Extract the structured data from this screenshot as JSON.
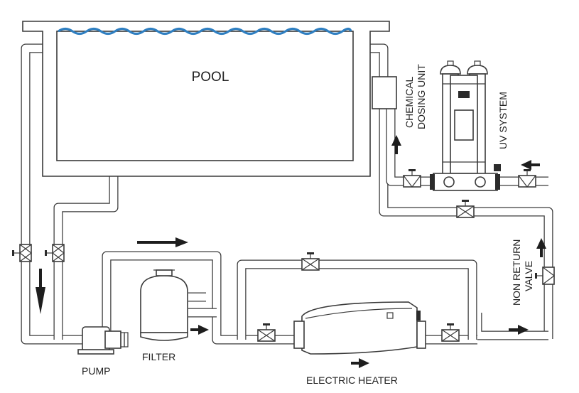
{
  "labels": {
    "pool": "POOL",
    "chemical_dosing_unit": [
      "CHEMICAL",
      "DOSING UNIT"
    ],
    "uv_system": "UV SYSTEM",
    "non_return_valve": [
      "NON RETURN",
      "VALVE"
    ],
    "filter": "FILTER",
    "pump": "PUMP",
    "electric_heater": "ELECTRIC HEATER"
  },
  "colors": {
    "line": "#3a3a3a",
    "water": "#2f7fc1",
    "background": "#ffffff"
  },
  "icons": [
    "valve-icon",
    "arrow-icon",
    "wave-icon"
  ]
}
